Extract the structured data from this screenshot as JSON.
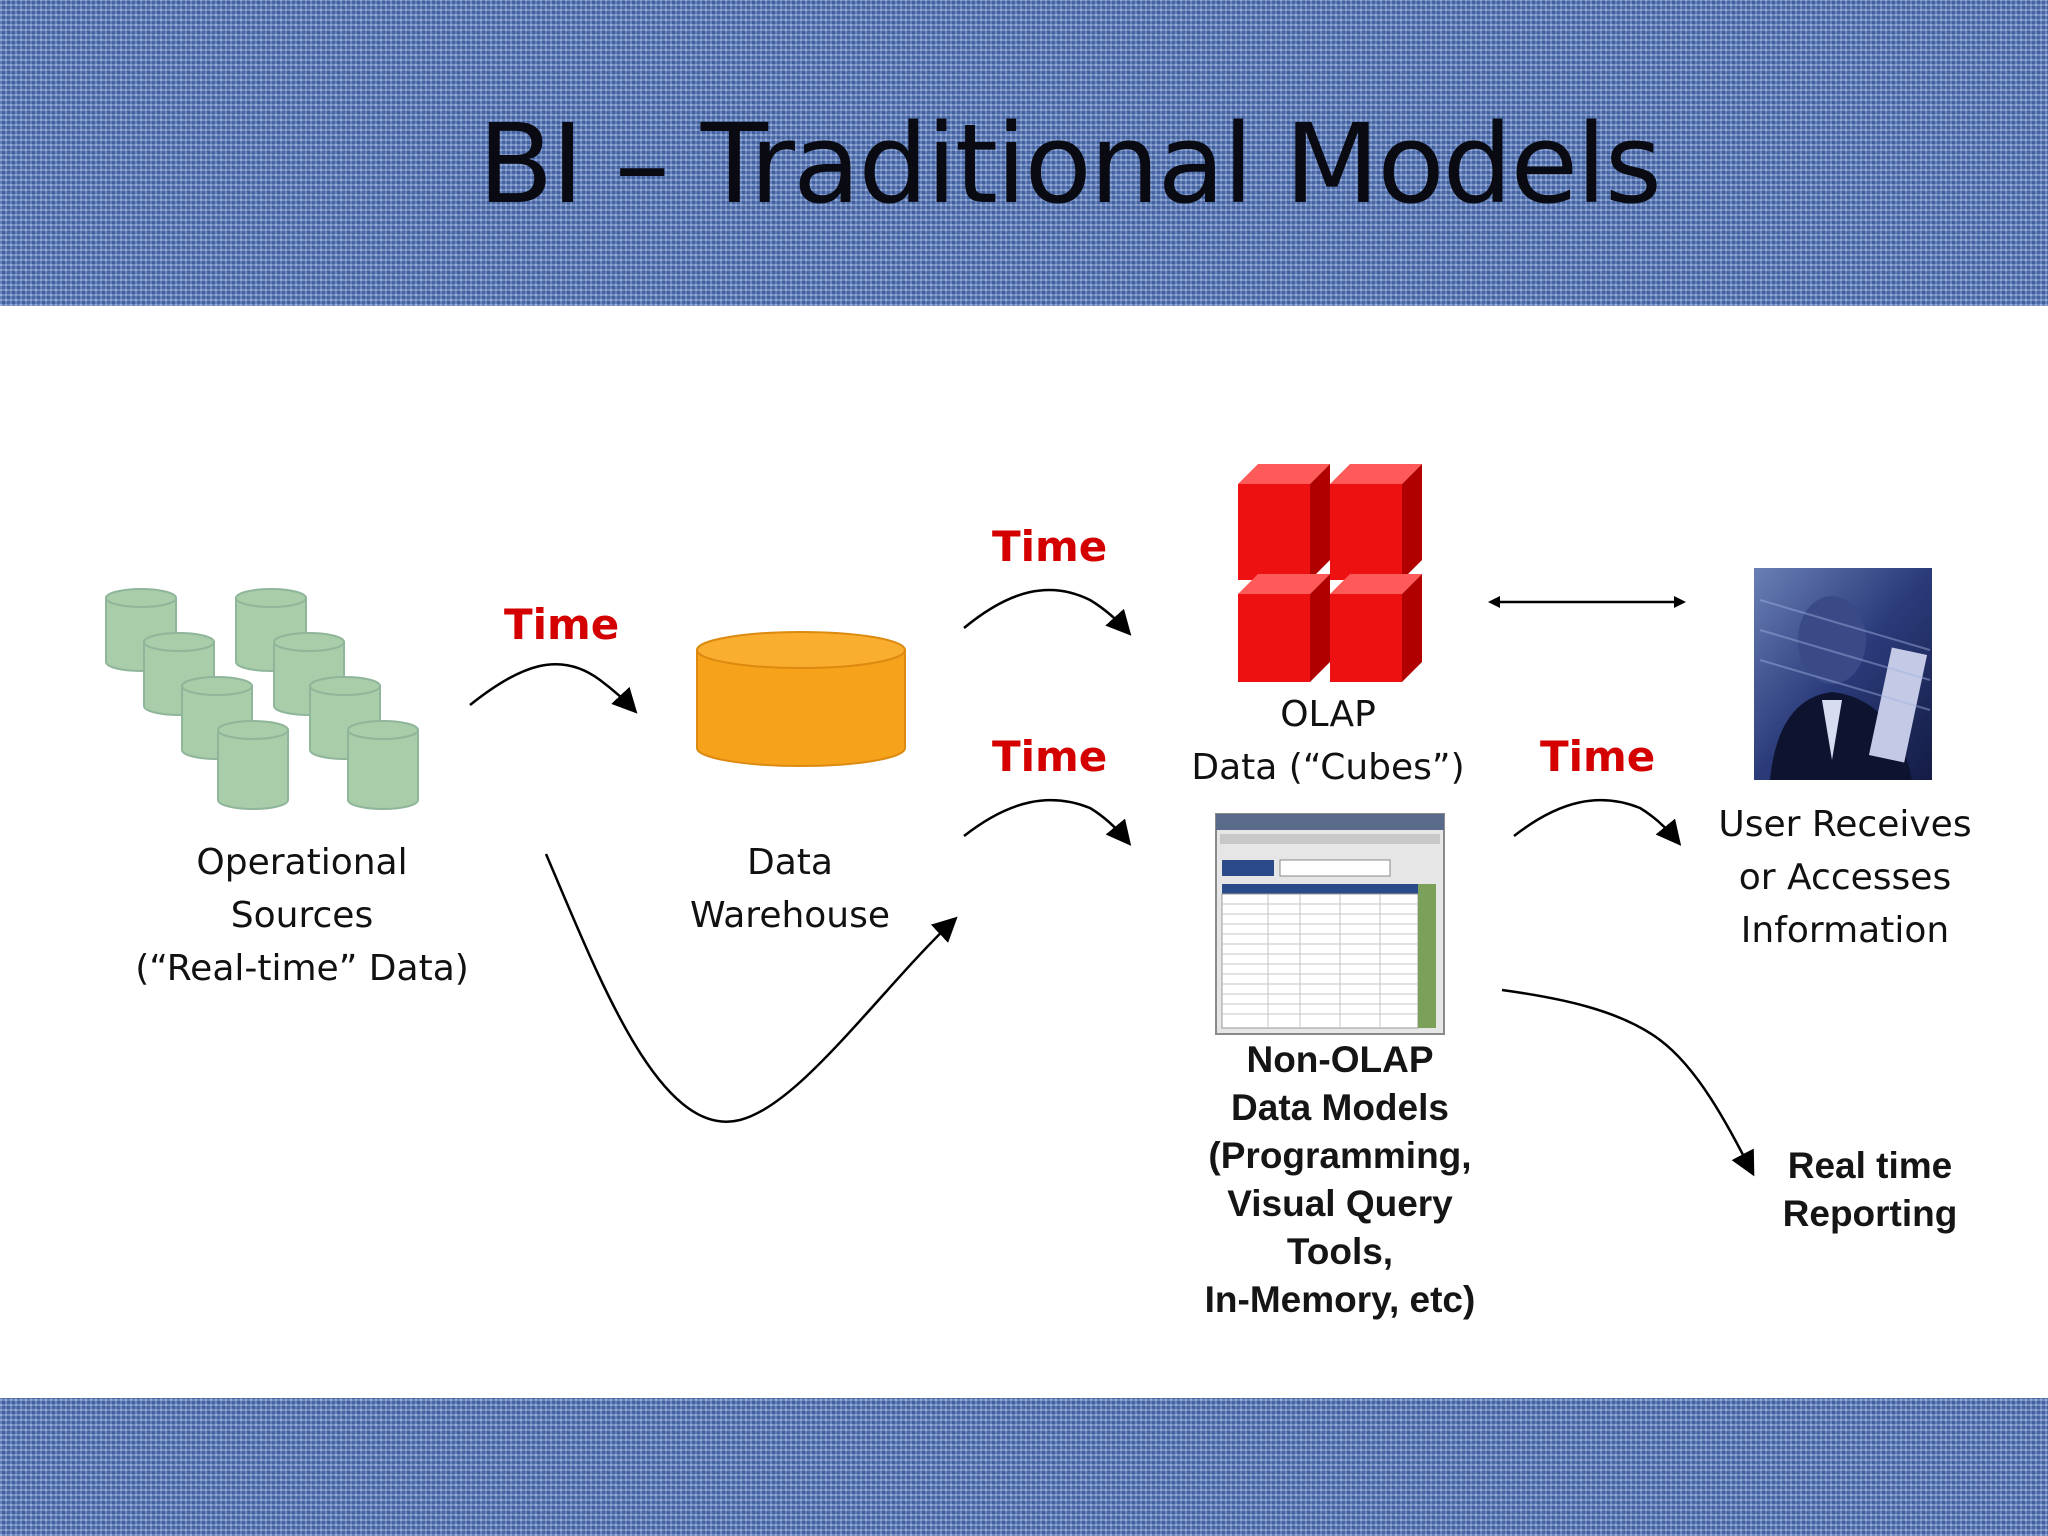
{
  "title": "BI – Traditional Models",
  "colors": {
    "band": "#5b7fc0",
    "time_label": "#d40000",
    "operational_cylinders": "#a9cca9",
    "warehouse": "#f7a21b",
    "cubes": "#ee1111"
  },
  "nodes": {
    "operational": {
      "lines": [
        "Operational",
        "Sources",
        "(“Real-time” Data)"
      ]
    },
    "warehouse": {
      "lines": [
        "Data",
        "Warehouse"
      ]
    },
    "olap": {
      "lines": [
        "OLAP",
        "Data (“Cubes”)"
      ]
    },
    "non_olap": {
      "lines": [
        "Non-OLAP",
        "Data Models",
        "(Programming,",
        "Visual Query",
        "Tools,",
        "In-Memory, etc)"
      ]
    },
    "user": {
      "lines": [
        "User Receives",
        "or Accesses",
        "Information"
      ]
    },
    "realtime": {
      "lines": [
        "Real time",
        "Reporting"
      ]
    }
  },
  "time_labels": [
    "Time",
    "Time",
    "Time",
    "Time"
  ],
  "icons": {
    "operational": "database-cylinders-icon",
    "warehouse": "data-warehouse-icon",
    "olap": "olap-cube-icon",
    "non_olap": "spreadsheet-screenshot-icon",
    "user": "businessman-photo-icon"
  }
}
